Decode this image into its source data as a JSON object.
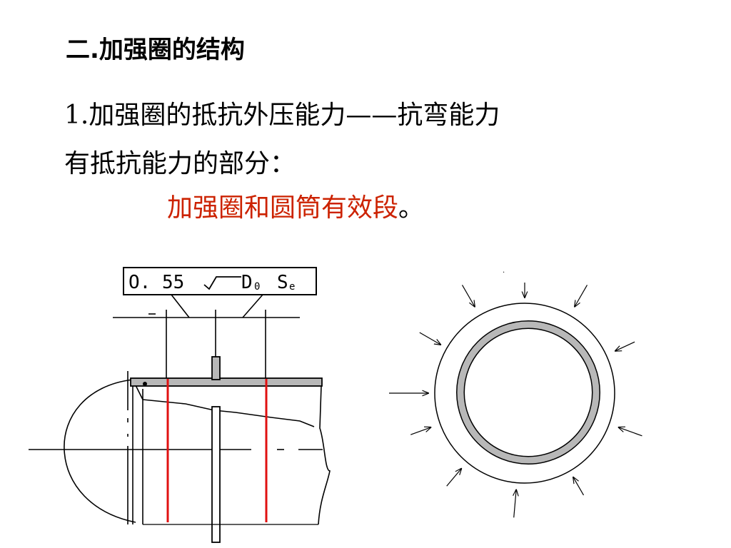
{
  "slide": {
    "title": "二.加强圈的结构",
    "line1": "1.加强圈的抵抗外压能力——抗弯能力",
    "line2": "有抵抗能力的部分：",
    "line3_highlight": "加强圈和圆筒有效段",
    "line3_suffix": "。"
  },
  "figure_left": {
    "formula_coef": "O. 55",
    "formula_d": "D",
    "formula_d_sub": "0",
    "formula_s": "S",
    "formula_s_sub": "e"
  },
  "colors": {
    "highlight": "#cc2200",
    "effective_lines": "#e01010",
    "ring_fill": "#b8b8b8"
  }
}
